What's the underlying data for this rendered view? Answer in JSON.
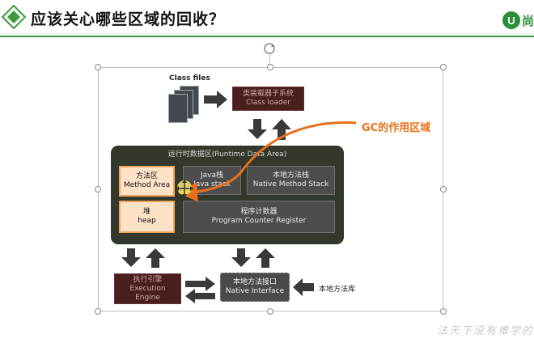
{
  "slide": {
    "title": "应该关心哪些区域的回收？",
    "brand_letter": "U",
    "brand_text": "尚"
  },
  "diagram": {
    "class_files_label": "Class files",
    "class_loader": {
      "line1": "类装载器子系统",
      "line2": "Class loader"
    },
    "runtime_area_title": "运行时数据区(Runtime Data Area)",
    "method_area": {
      "line1": "方法区",
      "line2": "Method Area"
    },
    "java_stack": {
      "line1": "Java栈",
      "line2": "Java stack"
    },
    "native_method_stack": {
      "line1": "本地方法栈",
      "line2": "Native Method Stack"
    },
    "heap": {
      "line1": "堆",
      "line2": "heap"
    },
    "pc_register": {
      "line1": "程序计数器",
      "line2": "Program Counter Register"
    },
    "execution_engine": {
      "line1": "执行引擎",
      "line2": "Execution",
      "line3": "Engine"
    },
    "native_interface": {
      "line1": "本地方法接口",
      "line2": "Native Interface"
    },
    "native_library_label": "本地方法库",
    "gc_label": "GC的作用区域"
  },
  "watermark": "法天下没有难学的",
  "colors": {
    "header_line": "#3e9a3e",
    "brand_green": "#2c8f3a",
    "gc_arrow": "#e8701a",
    "runtime_bg": "#33382c",
    "highlight_box": "#fde2c8"
  }
}
